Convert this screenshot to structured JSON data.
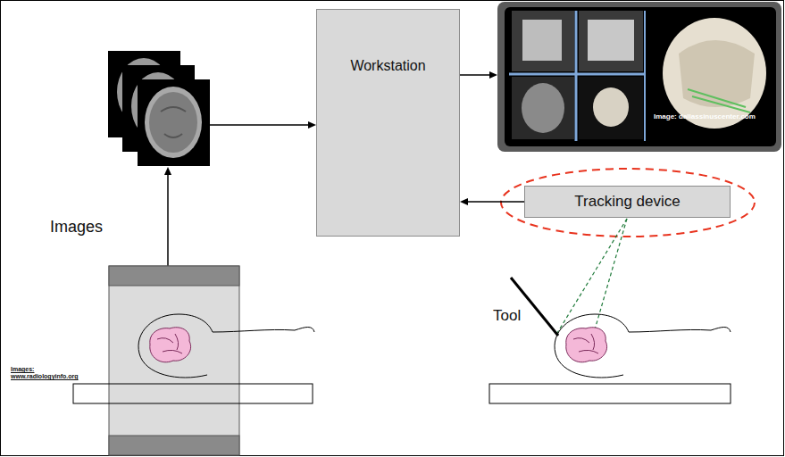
{
  "diagram": {
    "nodes": [
      {
        "text": [
          "Workstation"
        ]
      },
      {
        "text": [
          "Tracking device"
        ]
      }
    ],
    "edges": [
      {
        "from": 1,
        "to": 0,
        "arrow": "to"
      }
    ],
    "labels": [
      "Images",
      "Images: www.radiologyinfo.org",
      "Image: dallassinuscenter.com",
      "Tool"
    ]
  }
}
